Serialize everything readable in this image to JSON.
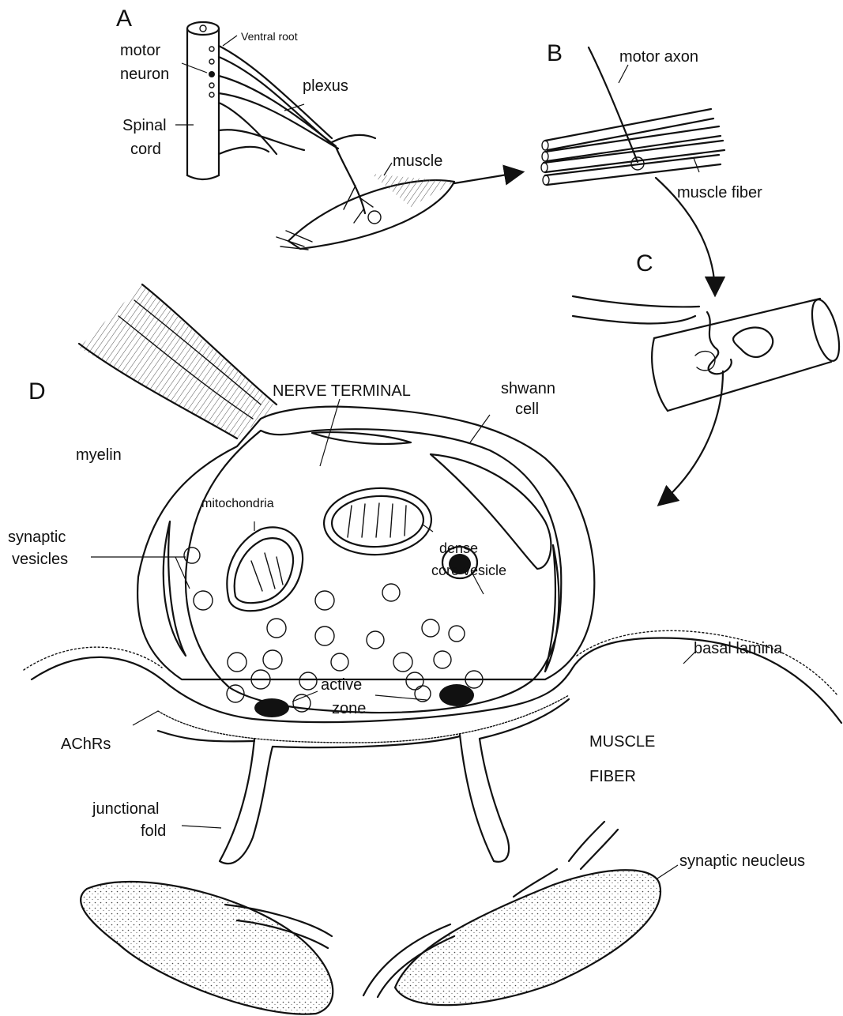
{
  "panels": {
    "a": "A",
    "b": "B",
    "c": "C",
    "d": "D"
  },
  "labels": {
    "ventral_root": "Ventral root",
    "motor_neuron": [
      "motor",
      "neuron"
    ],
    "plexus": "plexus",
    "spinal_cord": [
      "Spinal",
      "cord"
    ],
    "muscle": "muscle",
    "motor_axon": "motor axon",
    "muscle_fiber_b": "muscle fiber",
    "nerve_terminal": "NERVE TERMINAL",
    "shwann_cell": [
      "shwann",
      "cell"
    ],
    "myelin": "myelin",
    "mitochondria": "mitochondria",
    "synaptic_vesicles": [
      "synaptic",
      "vesicles"
    ],
    "dense_core_vesicle": [
      "dense",
      "core vesicle"
    ],
    "basal_lamina": "basal lamina",
    "active_zone": [
      "active",
      "zone"
    ],
    "achrs": "AChRs",
    "muscle_fiber_d": [
      "MUSCLE",
      "FIBER"
    ],
    "junctional_fold": [
      "junctional",
      "fold"
    ],
    "synaptic_neucleus": "synaptic neucleus"
  }
}
